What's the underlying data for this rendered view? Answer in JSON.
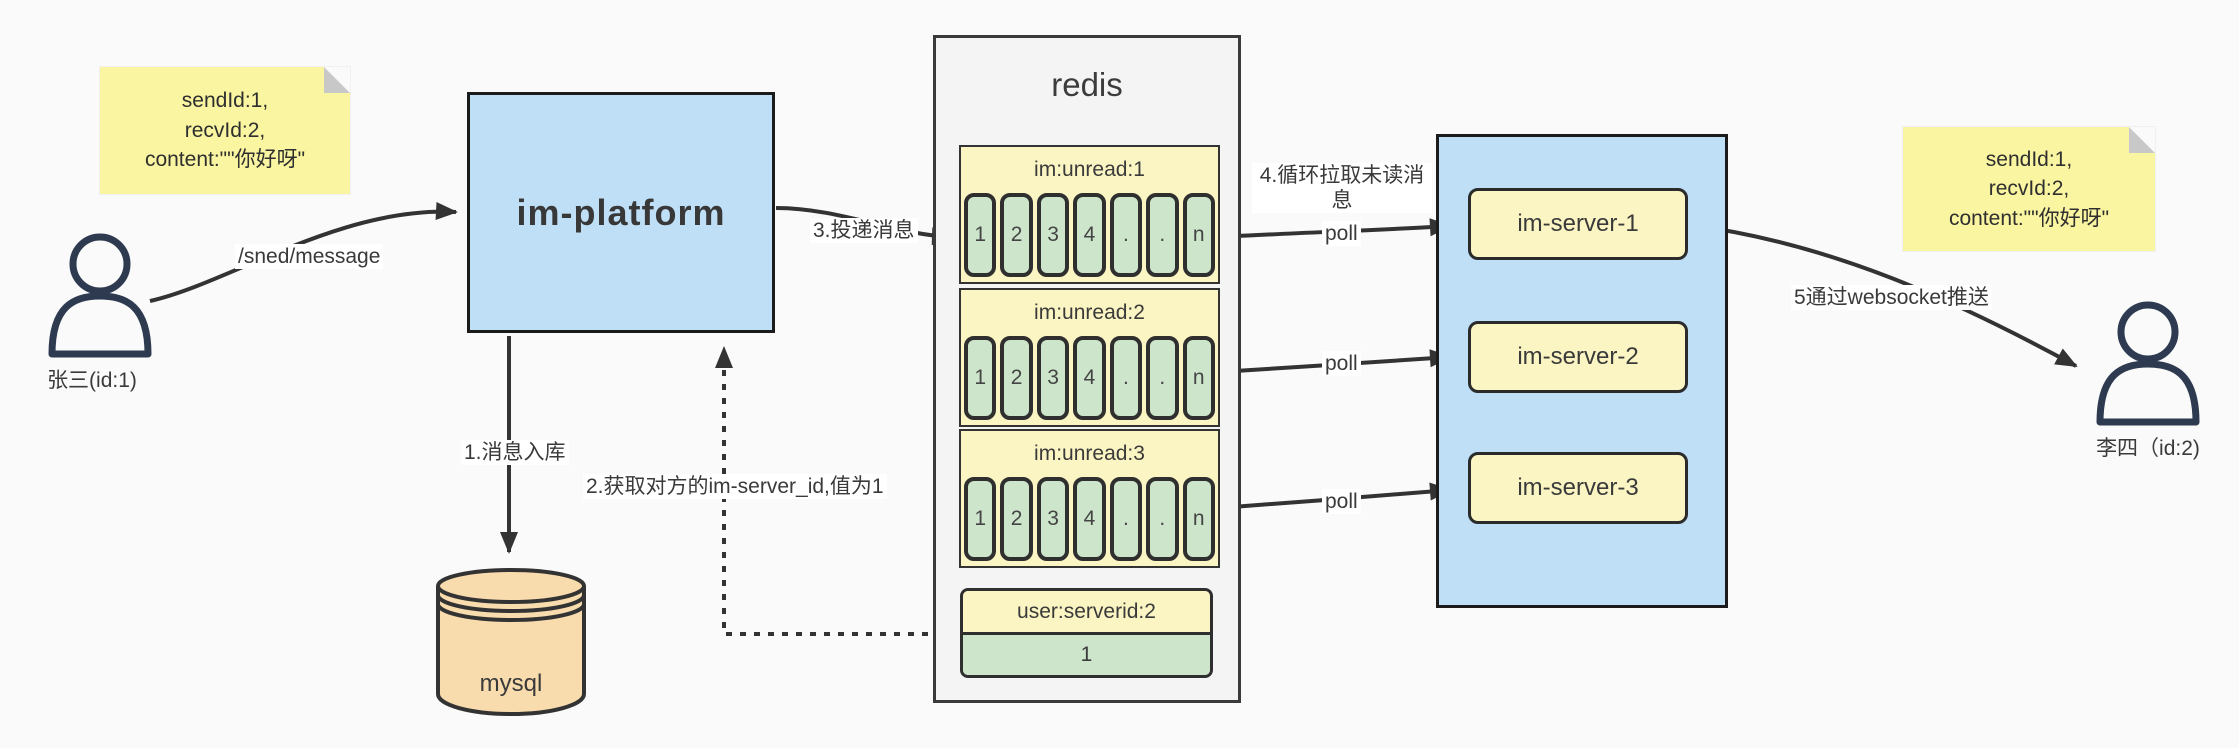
{
  "sticky_left": {
    "text": "sendId:1,\nrecvId:2,\ncontent:\"\"你好呀\""
  },
  "sticky_right": {
    "text": "sendId:1,\nrecvId:2,\ncontent:\"\"你好呀\""
  },
  "actors": {
    "sender": {
      "label": "张三(id:1)"
    },
    "receiver": {
      "label": "李四（id:2)"
    }
  },
  "platform": {
    "label": "im-platform"
  },
  "mysql": {
    "label": "mysql"
  },
  "redis": {
    "title": "redis",
    "queues": [
      {
        "title": "im:unread:1",
        "cells": [
          "1",
          "2",
          "3",
          "4",
          ".",
          ".",
          "n"
        ]
      },
      {
        "title": "im:unread:2",
        "cells": [
          "1",
          "2",
          "3",
          "4",
          ".",
          ".",
          "n"
        ]
      },
      {
        "title": "im:unread:3",
        "cells": [
          "1",
          "2",
          "3",
          "4",
          ".",
          ".",
          "n"
        ]
      }
    ],
    "server_map": {
      "title": "user:serverid:2",
      "value": "1"
    }
  },
  "cluster": {
    "servers": [
      {
        "label": "im-server-1"
      },
      {
        "label": "im-server-2"
      },
      {
        "label": "im-server-3"
      }
    ]
  },
  "edges": {
    "send": "/sned/message",
    "step1": "1.消息入库",
    "step2": "2.获取对方的im-server_id,值为1",
    "step3": "3.投递消息",
    "step4": "4.循环拉取未读消息",
    "poll": "poll",
    "step5": "5通过websocket推送"
  },
  "colors": {
    "accent_blue": "#BEDFF6",
    "note_yellow": "#FAF5A1",
    "box_yellow": "#FBF5C3",
    "cell_green": "#CDE6CB",
    "mysql_tan": "#F9DCAD",
    "container_gray": "#F4F4F4",
    "line_dark": "#333333",
    "person_navy": "#2E3A50"
  }
}
